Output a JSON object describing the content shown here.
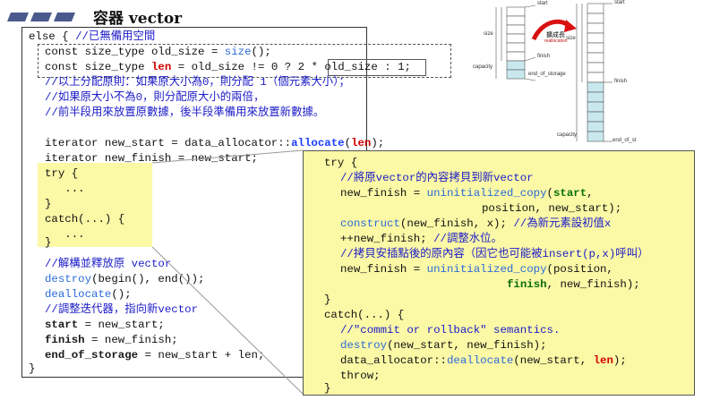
{
  "title": "容器 vector",
  "left_code": {
    "l1": "else { ",
    "l1c": "//已無備用空間",
    "l2": "const size_type old_size = ",
    "l2fn": "size",
    "l2e": "();",
    "l3a": "const size_type ",
    "l3len": "len",
    "l3b": " = old_size != 0 ? ",
    "l3box": "2 * old_size",
    "l3c": " : 1;",
    "c1": "//以上分配原則：如果原大小為0，則分配 1（個元素大小）；",
    "c2": "//如果原大小不為0，則分配原大小的兩倍，",
    "c3": "//前半段用來放置原數據，後半段準備用來放置新數據。",
    "l4a": "iterator new_start = data_allocator::",
    "l4fn": "allocate",
    "l4b": "(",
    "l4len": "len",
    "l4c": ");",
    "l5": "iterator new_finish = new_start;",
    "l6": "try {",
    "l7": "   ...",
    "l8": "}",
    "l9": "catch(...) {",
    "l10": "   ...",
    "l11": "}",
    "c4": "//解構並釋放原 vector",
    "l12fn": "destroy",
    "l12": "(begin(), end());",
    "l13fn": "deallocate",
    "l13": "();",
    "c5": "//調整迭代器，指向新vector",
    "l14k": "start",
    "l14": " = new_start;",
    "l15k": "finish",
    "l15": " = new_finish;",
    "l16k": "end_of_storage",
    "l16": " = new_start + len;",
    "l17": "}"
  },
  "right_code": {
    "r1": "try {",
    "r2c": "//將原vector的內容拷貝到新vector",
    "r3a": "new_finish = ",
    "r3fn": "uninitialized_copy",
    "r3b": "(",
    "r3k": "start",
    "r3c": ",",
    "r4": "position, new_start);",
    "r5fn": "construct",
    "r5": "(new_finish, x); ",
    "r5c": "//為新元素設初值x",
    "r6": "++new_finish; ",
    "r6c": "//調整水位。",
    "r7c": "//拷貝安插點後的原內容（因它也可能被insert(p,x)呼叫）",
    "r8a": "new_finish = ",
    "r8fn": "uninitialized_copy",
    "r8b": "(position,",
    "r9k": "finish",
    "r9": ", new_finish);",
    "r10": "}",
    "r11": "catch(...) {",
    "r12c": "//\"commit or rollback\" semantics.",
    "r13fn": "destroy",
    "r13": "(new_start, new_finish);",
    "r14a": "data_allocator::",
    "r14fn": "deallocate",
    "r14b": "(new_start, ",
    "r14len": "len",
    "r14c": ");",
    "r15": "throw;",
    "r16": "}"
  },
  "diagram": {
    "start": "start",
    "finish": "finish",
    "end_of_storage": "end_of_storage",
    "size": "size",
    "capacity": "capacity",
    "arrow_label": "擴成長",
    "arrow_sub": "reallocation",
    "start2": "start",
    "finish2": "finish",
    "size2": "size",
    "capacity2": "capacity",
    "eos2": "end_of_st"
  }
}
